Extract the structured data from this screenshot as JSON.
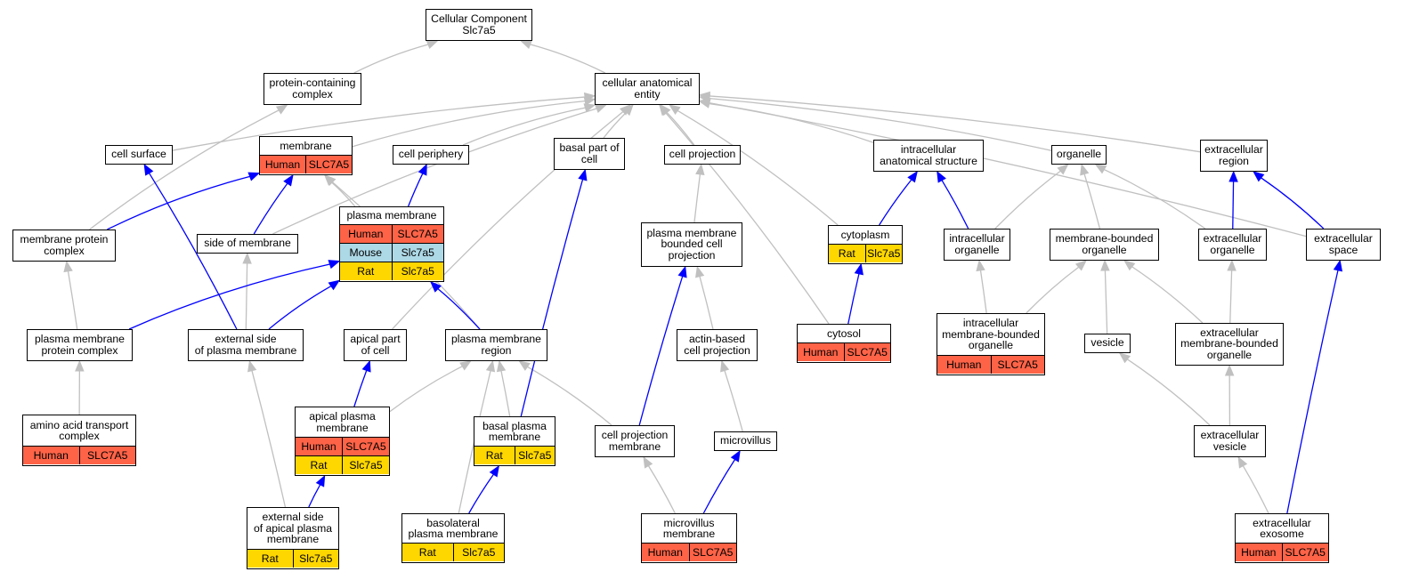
{
  "colors": {
    "Human": "#ff6347",
    "Mouse": "#add8e6",
    "Rat": "#ffd700",
    "edge_gray": "#c0c0c0",
    "edge_blue": "#0000ff"
  },
  "nodes": [
    {
      "id": "root",
      "label": "Cellular Component\nSlc7a5"
    },
    {
      "id": "pcc",
      "label": "protein-containing\ncomplex"
    },
    {
      "id": "cae",
      "label": "cellular anatomical\nentity"
    },
    {
      "id": "cellsurf",
      "label": "cell surface"
    },
    {
      "id": "membrane",
      "label": "membrane",
      "rows": [
        [
          "Human",
          "SLC7A5"
        ]
      ]
    },
    {
      "id": "cellper",
      "label": "cell periphery"
    },
    {
      "id": "basalpart",
      "label": "basal part of\ncell"
    },
    {
      "id": "cellproj",
      "label": "cell projection"
    },
    {
      "id": "intra_as",
      "label": "intracellular\nanatomical structure"
    },
    {
      "id": "organelle",
      "label": "organelle"
    },
    {
      "id": "extreg",
      "label": "extracellular\nregion"
    },
    {
      "id": "mpc",
      "label": "membrane protein\ncomplex"
    },
    {
      "id": "sideofmem",
      "label": "side of membrane"
    },
    {
      "id": "pm",
      "label": "plasma membrane",
      "rows": [
        [
          "Human",
          "SLC7A5"
        ],
        [
          "Mouse",
          "Slc7a5"
        ],
        [
          "Rat",
          "Slc7a5"
        ]
      ]
    },
    {
      "id": "pmbcp",
      "label": "plasma membrane\nbounded cell\nprojection"
    },
    {
      "id": "cytoplasm",
      "label": "cytoplasm",
      "rows": [
        [
          "Rat",
          "Slc7a5"
        ]
      ]
    },
    {
      "id": "intraorg",
      "label": "intracellular\norganelle"
    },
    {
      "id": "mbo",
      "label": "membrane-bounded\norganelle"
    },
    {
      "id": "extorg",
      "label": "extracellular\norganelle"
    },
    {
      "id": "extspace",
      "label": "extracellular\nspace"
    },
    {
      "id": "pmpc",
      "label": "plasma membrane\nprotein complex"
    },
    {
      "id": "extside_pm",
      "label": "external side\nof plasma membrane"
    },
    {
      "id": "apicalpart",
      "label": "apical part\nof cell"
    },
    {
      "id": "pmregion",
      "label": "plasma membrane\nregion"
    },
    {
      "id": "actincp",
      "label": "actin-based\ncell projection"
    },
    {
      "id": "cytosol",
      "label": "cytosol",
      "rows": [
        [
          "Human",
          "SLC7A5"
        ]
      ]
    },
    {
      "id": "imbo",
      "label": "intracellular\nmembrane-bounded\norganelle",
      "rows": [
        [
          "Human",
          "SLC7A5"
        ]
      ]
    },
    {
      "id": "vesicle",
      "label": "vesicle"
    },
    {
      "id": "embo",
      "label": "extracellular\nmembrane-bounded\norganelle"
    },
    {
      "id": "aatc",
      "label": "amino acid transport\ncomplex",
      "rows": [
        [
          "Human",
          "SLC7A5"
        ]
      ]
    },
    {
      "id": "apm",
      "label": "apical plasma\nmembrane",
      "rows": [
        [
          "Human",
          "SLC7A5"
        ],
        [
          "Rat",
          "Slc7a5"
        ]
      ]
    },
    {
      "id": "bpm",
      "label": "basal plasma\nmembrane",
      "rows": [
        [
          "Rat",
          "Slc7a5"
        ]
      ]
    },
    {
      "id": "cpm",
      "label": "cell projection\nmembrane"
    },
    {
      "id": "microvillus",
      "label": "microvillus"
    },
    {
      "id": "extvesicle",
      "label": "extracellular\nvesicle"
    },
    {
      "id": "esapm",
      "label": "external side\nof apical plasma\nmembrane",
      "rows": [
        [
          "Rat",
          "Slc7a5"
        ]
      ]
    },
    {
      "id": "blpm",
      "label": "basolateral\nplasma membrane",
      "rows": [
        [
          "Rat",
          "Slc7a5"
        ]
      ]
    },
    {
      "id": "mvm",
      "label": "microvillus\nmembrane",
      "rows": [
        [
          "Human",
          "SLC7A5"
        ]
      ]
    },
    {
      "id": "exosome",
      "label": "extracellular\nexosome",
      "rows": [
        [
          "Human",
          "SLC7A5"
        ]
      ]
    }
  ],
  "edges": [
    {
      "from": "pcc",
      "to": "root",
      "type": "is_a"
    },
    {
      "from": "cae",
      "to": "root",
      "type": "is_a"
    },
    {
      "from": "cellsurf",
      "to": "cae",
      "type": "is_a"
    },
    {
      "from": "membrane",
      "to": "cae",
      "type": "is_a"
    },
    {
      "from": "cellper",
      "to": "cae",
      "type": "is_a"
    },
    {
      "from": "basalpart",
      "to": "cae",
      "type": "is_a"
    },
    {
      "from": "cellproj",
      "to": "cae",
      "type": "is_a"
    },
    {
      "from": "intra_as",
      "to": "cae",
      "type": "is_a"
    },
    {
      "from": "organelle",
      "to": "cae",
      "type": "is_a"
    },
    {
      "from": "extreg",
      "to": "cae",
      "type": "is_a"
    },
    {
      "from": "mpc",
      "to": "pcc",
      "type": "is_a"
    },
    {
      "from": "sideofmem",
      "to": "cae",
      "type": "is_a"
    },
    {
      "from": "cytoplasm",
      "to": "cae",
      "type": "is_a"
    },
    {
      "from": "extspace",
      "to": "cae",
      "type": "is_a"
    },
    {
      "from": "apicalpart",
      "to": "cae",
      "type": "is_a"
    },
    {
      "from": "cytosol",
      "to": "cae",
      "type": "is_a"
    },
    {
      "from": "pm",
      "to": "membrane",
      "type": "is_a"
    },
    {
      "from": "pmregion",
      "to": "membrane",
      "type": "is_a"
    },
    {
      "from": "pmbcp",
      "to": "cellproj",
      "type": "is_a"
    },
    {
      "from": "intraorg",
      "to": "organelle",
      "type": "is_a"
    },
    {
      "from": "mbo",
      "to": "organelle",
      "type": "is_a"
    },
    {
      "from": "extorg",
      "to": "organelle",
      "type": "is_a"
    },
    {
      "from": "pmpc",
      "to": "mpc",
      "type": "is_a"
    },
    {
      "from": "extside_pm",
      "to": "sideofmem",
      "type": "is_a"
    },
    {
      "from": "actincp",
      "to": "pmbcp",
      "type": "is_a"
    },
    {
      "from": "imbo",
      "to": "intraorg",
      "type": "is_a"
    },
    {
      "from": "imbo",
      "to": "mbo",
      "type": "is_a"
    },
    {
      "from": "vesicle",
      "to": "mbo",
      "type": "is_a"
    },
    {
      "from": "embo",
      "to": "mbo",
      "type": "is_a"
    },
    {
      "from": "embo",
      "to": "extorg",
      "type": "is_a"
    },
    {
      "from": "aatc",
      "to": "pmpc",
      "type": "is_a"
    },
    {
      "from": "apm",
      "to": "pmregion",
      "type": "is_a"
    },
    {
      "from": "bpm",
      "to": "pmregion",
      "type": "is_a"
    },
    {
      "from": "cpm",
      "to": "pmregion",
      "type": "is_a"
    },
    {
      "from": "microvillus",
      "to": "actincp",
      "type": "is_a"
    },
    {
      "from": "extvesicle",
      "to": "vesicle",
      "type": "is_a"
    },
    {
      "from": "extvesicle",
      "to": "embo",
      "type": "is_a"
    },
    {
      "from": "esapm",
      "to": "extside_pm",
      "type": "is_a"
    },
    {
      "from": "blpm",
      "to": "pmregion",
      "type": "is_a"
    },
    {
      "from": "mvm",
      "to": "cpm",
      "type": "is_a"
    },
    {
      "from": "exosome",
      "to": "extvesicle",
      "type": "is_a"
    },
    {
      "from": "mpc",
      "to": "membrane",
      "type": "part_of"
    },
    {
      "from": "sideofmem",
      "to": "membrane",
      "type": "part_of"
    },
    {
      "from": "pm",
      "to": "cellper",
      "type": "part_of"
    },
    {
      "from": "cytoplasm",
      "to": "intra_as",
      "type": "part_of"
    },
    {
      "from": "intraorg",
      "to": "intra_as",
      "type": "part_of"
    },
    {
      "from": "extorg",
      "to": "extreg",
      "type": "part_of"
    },
    {
      "from": "extspace",
      "to": "extreg",
      "type": "part_of"
    },
    {
      "from": "pmpc",
      "to": "pm",
      "type": "part_of"
    },
    {
      "from": "extside_pm",
      "to": "pm",
      "type": "part_of"
    },
    {
      "from": "extside_pm",
      "to": "cellsurf",
      "type": "part_of"
    },
    {
      "from": "pmregion",
      "to": "pm",
      "type": "part_of"
    },
    {
      "from": "cytosol",
      "to": "cytoplasm",
      "type": "part_of"
    },
    {
      "from": "apm",
      "to": "apicalpart",
      "type": "part_of"
    },
    {
      "from": "bpm",
      "to": "basalpart",
      "type": "part_of"
    },
    {
      "from": "cpm",
      "to": "pmbcp",
      "type": "part_of"
    },
    {
      "from": "esapm",
      "to": "apm",
      "type": "part_of"
    },
    {
      "from": "blpm",
      "to": "bpm",
      "type": "part_of"
    },
    {
      "from": "mvm",
      "to": "microvillus",
      "type": "part_of"
    },
    {
      "from": "exosome",
      "to": "extspace",
      "type": "part_of"
    }
  ]
}
